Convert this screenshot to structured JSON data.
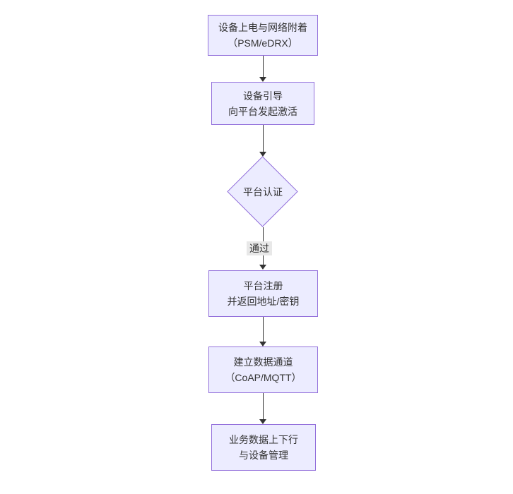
{
  "diagram": {
    "type": "flowchart-vertical",
    "colors": {
      "node_fill": "#ECECFF",
      "node_border": "#9370DB",
      "arrow": "#333333",
      "text": "#333333",
      "edge_label_bg": "#e8e8e8",
      "background": "#ffffff"
    },
    "nodes": [
      {
        "id": "power-attach",
        "shape": "rect",
        "lines": [
          "设备上电与网络附着",
          "（PSM/eDRX）"
        ]
      },
      {
        "id": "bootstrap",
        "shape": "rect",
        "lines": [
          "设备引导",
          "向平台发起激活"
        ]
      },
      {
        "id": "auth",
        "shape": "diamond",
        "label": "平台认证"
      },
      {
        "id": "register",
        "shape": "rect",
        "lines": [
          "平台注册",
          "并返回地址/密钥"
        ]
      },
      {
        "id": "data-channel",
        "shape": "rect",
        "lines": [
          "建立数据通道",
          "（CoAP/MQTT）"
        ]
      },
      {
        "id": "business",
        "shape": "rect",
        "lines": [
          "业务数据上下行",
          "与设备管理"
        ]
      }
    ],
    "edges": [
      {
        "from": "power-attach",
        "to": "bootstrap",
        "label": ""
      },
      {
        "from": "bootstrap",
        "to": "auth",
        "label": ""
      },
      {
        "from": "auth",
        "to": "register",
        "label": "通过"
      },
      {
        "from": "register",
        "to": "data-channel",
        "label": ""
      },
      {
        "from": "data-channel",
        "to": "business",
        "label": ""
      }
    ]
  }
}
